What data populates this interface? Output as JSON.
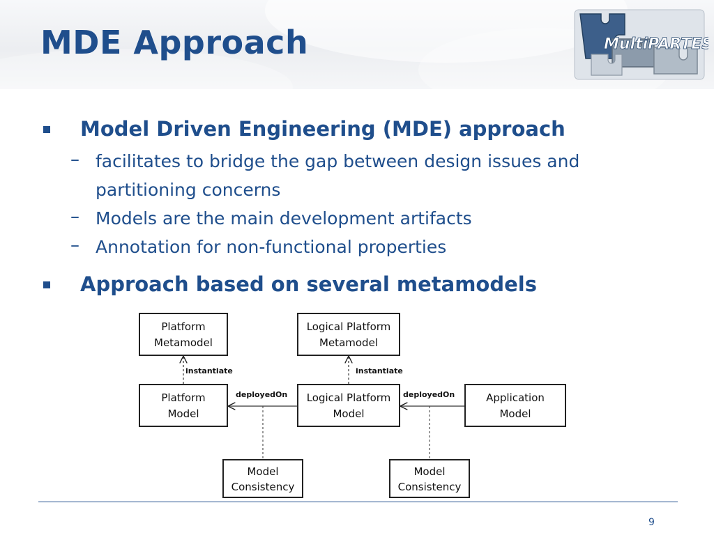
{
  "slide": {
    "title": "MDE Approach",
    "page_number": "9"
  },
  "logo": {
    "text": "MultiPARTES",
    "icon": "puzzle-pieces-logo"
  },
  "bullets": [
    {
      "text": "Model Driven Engineering (MDE) approach",
      "subitems": [
        "facilitates to bridge the gap between design issues and partitioning concerns",
        "Models are the main development artifacts",
        "Annotation for non-functional properties"
      ]
    },
    {
      "text": "Approach based on several metamodels",
      "subitems": []
    }
  ],
  "diagram": {
    "nodes": {
      "platform_metamodel": [
        "Platform",
        "Metamodel"
      ],
      "logical_platform_metamodel": [
        "Logical Platform",
        "Metamodel"
      ],
      "platform_model": [
        "Platform",
        "Model"
      ],
      "logical_platform_model": [
        "Logical Platform",
        "Model"
      ],
      "application_model": [
        "Application",
        "Model"
      ],
      "model_consistency_left": [
        "Model",
        "Consistency"
      ],
      "model_consistency_right": [
        "Model",
        "Consistency"
      ]
    },
    "edges": {
      "instantiate_left": "instantiate",
      "instantiate_right": "instantiate",
      "deployed_on_left": "deployedOn",
      "deployed_on_right": "deployedOn"
    }
  },
  "colors": {
    "accent": "#1f4e8c"
  }
}
